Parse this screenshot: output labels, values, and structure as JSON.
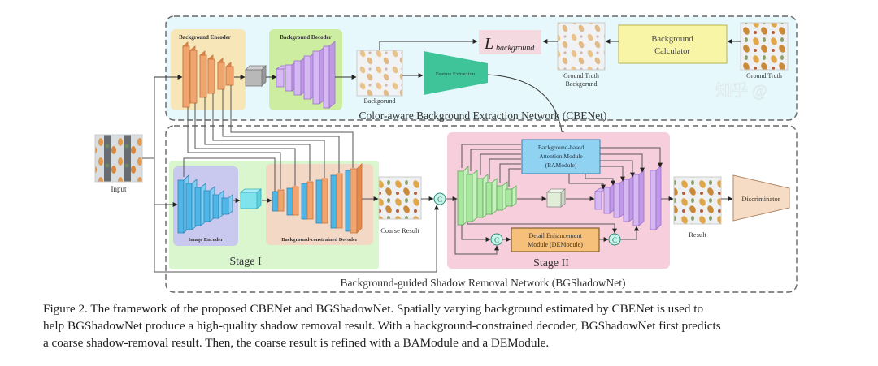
{
  "figure": {
    "cbenet": {
      "title": "Color-aware Background Extraction Network (CBENet)",
      "background_encoder_label": "Background Encoder",
      "background_decoder_label": "Background Decoder",
      "background_image_label": "Backgorund",
      "feature_extraction_label": "Feature Extraction",
      "loss_symbol": "L",
      "loss_subscript": "background",
      "gt_background_label_line1": "Ground Truth",
      "gt_background_label_line2": "Backgorund",
      "background_calculator_line1": "Background",
      "background_calculator_line2": "Calculator",
      "ground_truth_label": "Ground Truth"
    },
    "bgshadownet": {
      "title": "Background-guided Shadow Removal Network (BGShadowNet)",
      "input_label": "Input",
      "stage1": {
        "title": "Stage I",
        "image_encoder_label": "Image Encoder",
        "decoder_label": "Background-constrained Decoder"
      },
      "coarse_result_label": "Coarse Result",
      "concat_symbol": "C",
      "stage2": {
        "title": "Stage II",
        "bamodule_line1": "Background-based",
        "bamodule_line2": "Attention Module",
        "bamodule_line3": "(BAModule)",
        "demodule_line1": "Detail Enhancement",
        "demodule_line2": "Module (DEModule)"
      },
      "result_label": "Result",
      "discriminator_label": "Discriminator"
    },
    "colors": {
      "cbenet_bg": "#e6f8fb",
      "encoder_orange": "#f0a56e",
      "encoder_panel": "#f7e6b8",
      "decoder_panel": "#cdeea0",
      "decoder_purple": "#d6b8f2",
      "bottleneck_gray": "#b8b8b8",
      "loss_pink": "#f4d9e0",
      "calculator_yellow": "#f8f6a6",
      "feature_green": "#3fc49a",
      "stage1_green": "#d9f6cf",
      "image_encoder_panel": "#c9c8ee",
      "encoder_blue": "#4fb6e8",
      "bc_decoder_panel": "#f4d8c6",
      "stage2_pink": "#f7cfdc",
      "bamodule_blue": "#8fd2f2",
      "demodule_orange": "#f6c07a",
      "stage2_encoder_green": "#a9e6a0",
      "discriminator": "#f6dcc4"
    }
  },
  "caption": {
    "line1": "Figure 2.  The framework of the proposed CBENet and BGShadowNet.  Spatially varying background estimated by CBENet is used to",
    "line2": "help BGShadowNet produce a high-quality shadow removal result. With a background-constrained decoder, BGShadowNet first predicts",
    "line3": "a coarse shadow-removal result. Then, the coarse result is refined with a BAModule and a DEModule."
  }
}
